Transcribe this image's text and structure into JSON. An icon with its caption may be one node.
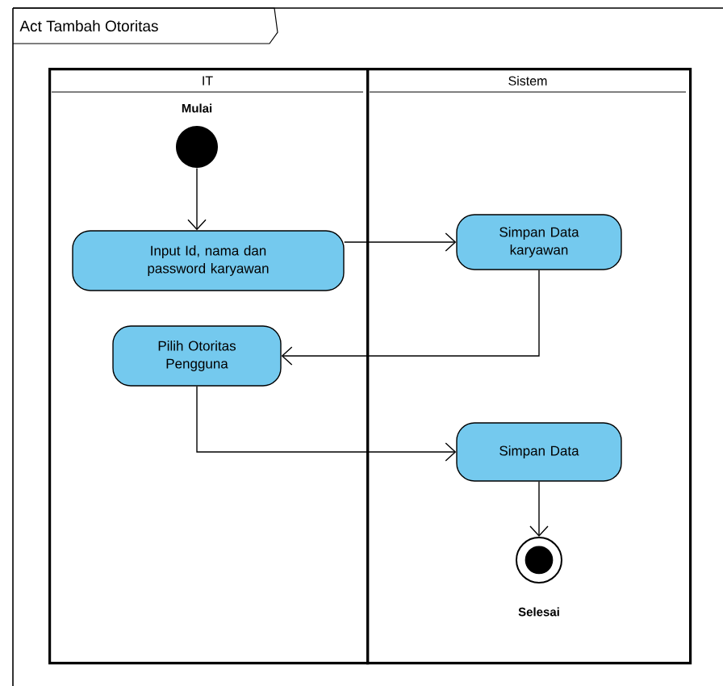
{
  "diagram": {
    "nodes": [
      {
        "text": [
          "Act Tambah Otoritas"
        ]
      },
      {
        "text": [
          "IT"
        ],
        "in": 0
      },
      {
        "text": [
          "Sistem"
        ],
        "in": 0
      },
      {
        "text": [],
        "shape": "circle",
        "beside": [
          "Mulai"
        ],
        "in": 1
      },
      {
        "text": [
          "Input Id, nama dan password karyawan"
        ],
        "in": 1
      },
      {
        "text": [
          "Simpan Data karyawan"
        ],
        "in": 2
      },
      {
        "text": [
          "Pilih Otoritas Pengguna"
        ],
        "in": 1
      },
      {
        "text": [
          "Simpan Data"
        ],
        "in": 2
      },
      {
        "text": [],
        "shape": "circle",
        "beside": [
          "Selesai"
        ],
        "in": 2
      }
    ],
    "edges": [
      {
        "from": 3,
        "to": 4,
        "arrow": "to"
      },
      {
        "from": 4,
        "to": 5,
        "arrow": "to"
      },
      {
        "from": 5,
        "to": 6,
        "arrow": "to"
      },
      {
        "from": 6,
        "to": 7,
        "arrow": "to"
      },
      {
        "from": 7,
        "to": 8,
        "arrow": "to"
      }
    ]
  }
}
